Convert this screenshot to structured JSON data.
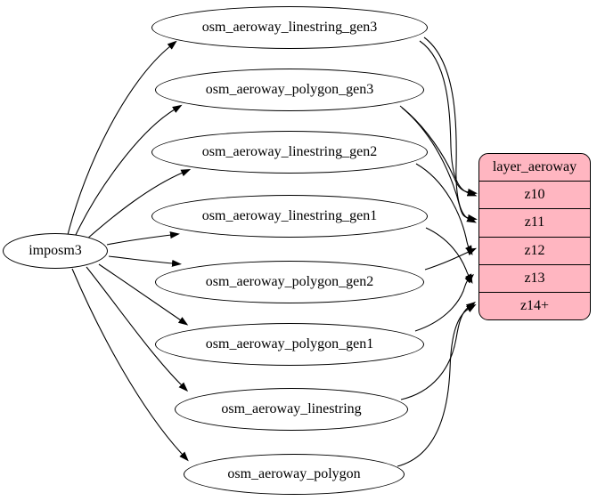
{
  "diagram": {
    "source_node": {
      "id": "imposm3",
      "label": "imposm3"
    },
    "table_nodes": [
      {
        "id": "osm_aeroway_linestring_gen3",
        "label": "osm_aeroway_linestring_gen3"
      },
      {
        "id": "osm_aeroway_polygon_gen3",
        "label": "osm_aeroway_polygon_gen3"
      },
      {
        "id": "osm_aeroway_linestring_gen2",
        "label": "osm_aeroway_linestring_gen2"
      },
      {
        "id": "osm_aeroway_linestring_gen1",
        "label": "osm_aeroway_linestring_gen1"
      },
      {
        "id": "osm_aeroway_polygon_gen2",
        "label": "osm_aeroway_polygon_gen2"
      },
      {
        "id": "osm_aeroway_polygon_gen1",
        "label": "osm_aeroway_polygon_gen1"
      },
      {
        "id": "osm_aeroway_linestring",
        "label": "osm_aeroway_linestring"
      },
      {
        "id": "osm_aeroway_polygon",
        "label": "osm_aeroway_polygon"
      }
    ],
    "layer_node": {
      "id": "layer_aeroway",
      "title": "layer_aeroway",
      "rows": [
        "z10",
        "z11",
        "z12",
        "z13",
        "z14+"
      ]
    },
    "edges": [
      {
        "from": "imposm3",
        "to": "osm_aeroway_linestring_gen3"
      },
      {
        "from": "imposm3",
        "to": "osm_aeroway_polygon_gen3"
      },
      {
        "from": "imposm3",
        "to": "osm_aeroway_linestring_gen2"
      },
      {
        "from": "imposm3",
        "to": "osm_aeroway_linestring_gen1"
      },
      {
        "from": "imposm3",
        "to": "osm_aeroway_polygon_gen2"
      },
      {
        "from": "imposm3",
        "to": "osm_aeroway_polygon_gen1"
      },
      {
        "from": "imposm3",
        "to": "osm_aeroway_linestring"
      },
      {
        "from": "imposm3",
        "to": "osm_aeroway_polygon"
      },
      {
        "from": "osm_aeroway_linestring_gen3",
        "to": "layer_aeroway.z10"
      },
      {
        "from": "osm_aeroway_linestring_gen3",
        "to": "layer_aeroway.z11"
      },
      {
        "from": "osm_aeroway_polygon_gen3",
        "to": "layer_aeroway.z10"
      },
      {
        "from": "osm_aeroway_polygon_gen3",
        "to": "layer_aeroway.z11"
      },
      {
        "from": "osm_aeroway_linestring_gen2",
        "to": "layer_aeroway.z12"
      },
      {
        "from": "osm_aeroway_polygon_gen2",
        "to": "layer_aeroway.z12"
      },
      {
        "from": "osm_aeroway_linestring_gen1",
        "to": "layer_aeroway.z13"
      },
      {
        "from": "osm_aeroway_polygon_gen1",
        "to": "layer_aeroway.z13"
      },
      {
        "from": "osm_aeroway_linestring",
        "to": "layer_aeroway.z14+"
      },
      {
        "from": "osm_aeroway_polygon",
        "to": "layer_aeroway.z14+"
      }
    ],
    "colors": {
      "layer_fill": "#ffb6c1",
      "table_fill": "#ffffff",
      "stroke": "#000000"
    }
  }
}
